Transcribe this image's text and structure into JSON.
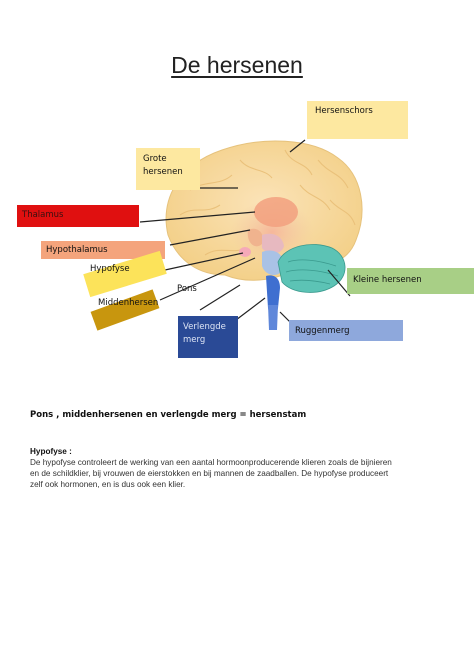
{
  "page": {
    "title": "De hersenen"
  },
  "labels": {
    "hersenschors": "Hersenschors",
    "grote_hersenen": "Grote hersenen",
    "thalamus": "Thalamus",
    "hypothalamus": "Hypothalamus",
    "hypofyse": "Hypofyse",
    "pons": "Pons",
    "middenhersen": "Middenhersen",
    "verlengde_merg": "Verlengde merg",
    "kleine_hersenen": "Kleine hersenen",
    "ruggenmerg": "Ruggenmerg"
  },
  "colors": {
    "hersenschors": "#fde8a0",
    "grote_hersenen": "#fde8a0",
    "thalamus": "#e01010",
    "hypothalamus": "#f4a47c",
    "hypofyse": "#fce35a",
    "middenhersen": "#c8960e",
    "verlengde_merg": "#2a4a96",
    "kleine_hersenen": "#a8cf86",
    "ruggenmerg": "#8ea8dc"
  },
  "text": {
    "hersenstam_line": "Pons , middenhersenen en  verlengde merg = hersenstam",
    "hypofyse_heading": "Hypofyse :",
    "hypofyse_line1": "De hypofyse controleert de werking van een aantal hormoonproducerende klieren zoals de bijnieren",
    "hypofyse_line2": "en de schildklier, bij vrouwen de eierstokken en bij mannen de zaadballen. De hypofyse produceert",
    "hypofyse_line3": "zelf ook hormonen, en is dus ook een klier."
  }
}
